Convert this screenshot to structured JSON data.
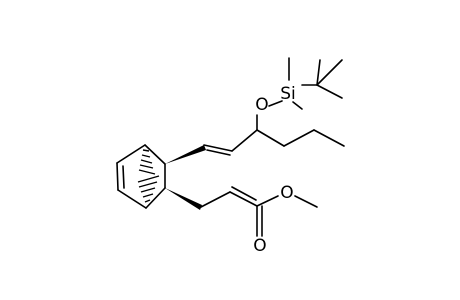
{
  "molecule": {
    "atom_labels": {
      "silicon": "Si",
      "silyl_ether_oxygen": "O",
      "ester_single_oxygen": "O",
      "carbonyl_oxygen": "O"
    },
    "colors": {
      "bond": "#000000",
      "label": "#000000",
      "background": "#ffffff"
    }
  }
}
